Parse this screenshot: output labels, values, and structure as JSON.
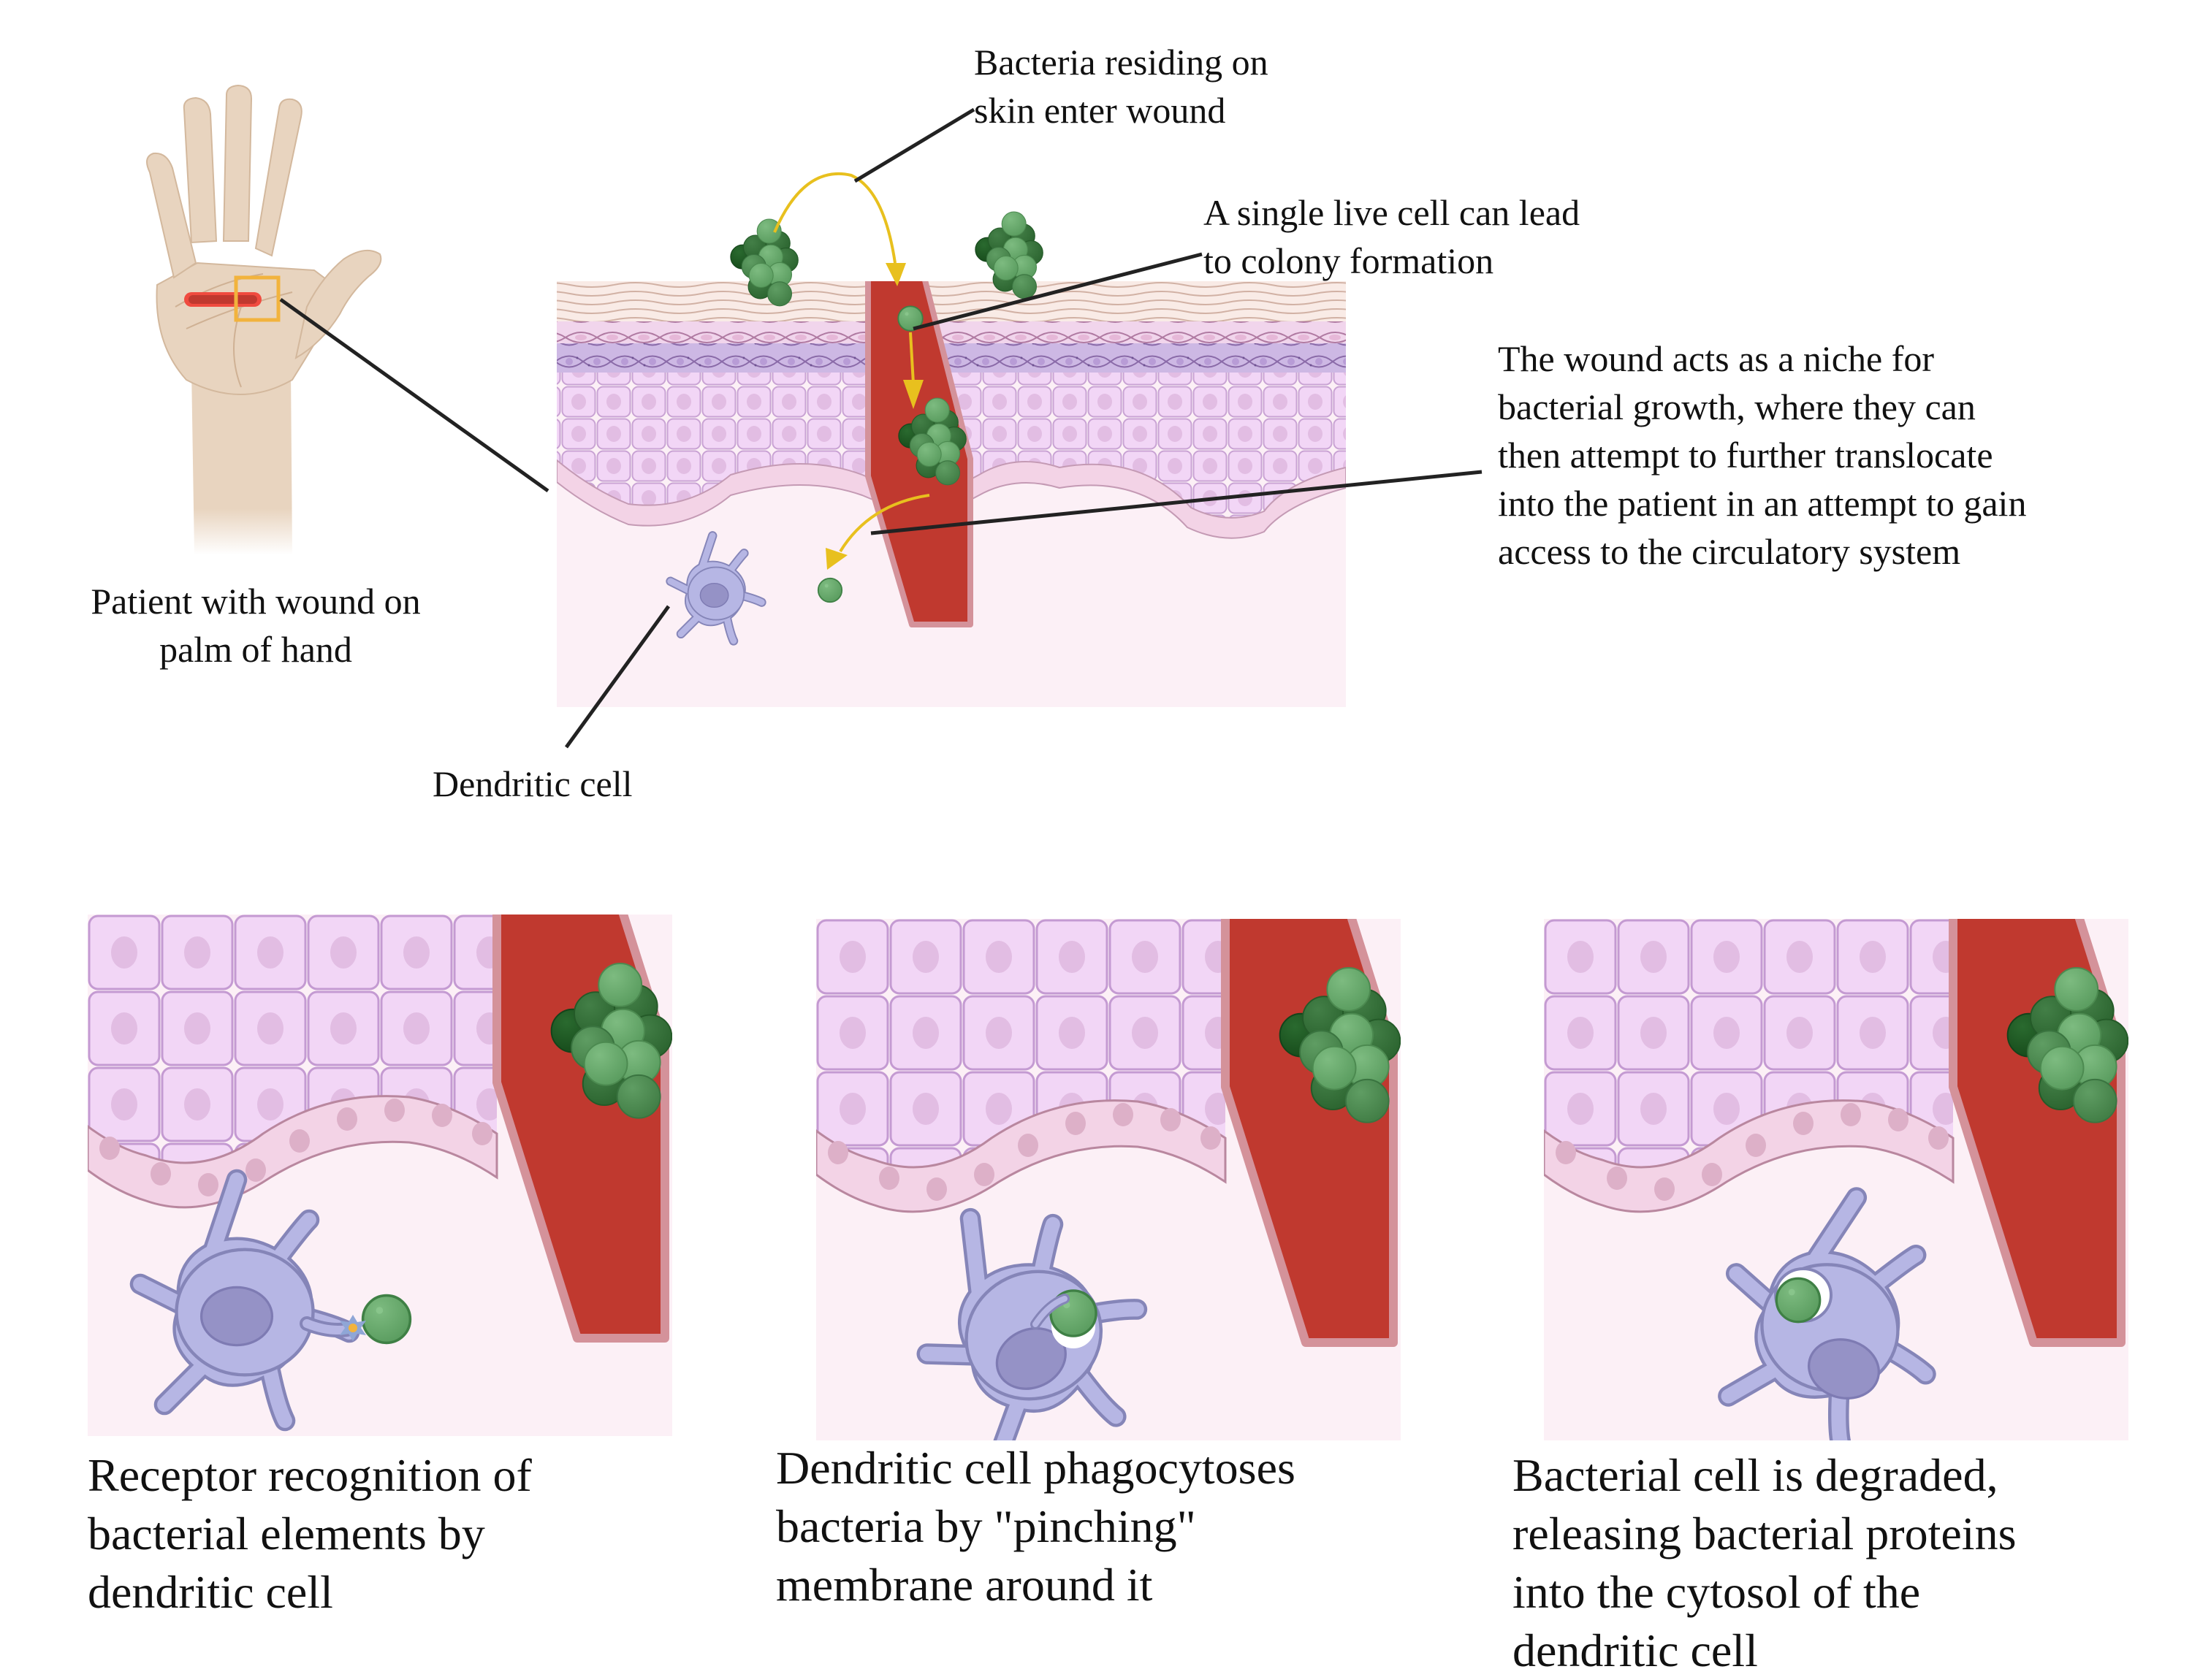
{
  "figure": {
    "type": "biology schematic",
    "subject": "Bacterial entry through a skin wound and uptake by a dendritic cell"
  },
  "top_section": {
    "hand_label": "Patient with wound on\npalm of hand",
    "callouts": [
      {
        "id": "bacteria-enter",
        "text": "Bacteria residing on\nskin enter wound"
      },
      {
        "id": "single-cell",
        "text": "A single live cell can lead\nto colony formation"
      },
      {
        "id": "wound-niche",
        "text": "The wound acts as a niche for\nbacterial growth, where they can\nthen attempt to further translocate\ninto the patient in an attempt to gain\naccess to the circulatory system"
      },
      {
        "id": "dendritic-cell",
        "text": "Dendritic cell"
      }
    ]
  },
  "bottom_panels": [
    {
      "step": 1,
      "caption": "Receptor recognition of\nbacterial elements by\ndendritic cell",
      "state": "receptor-binding"
    },
    {
      "step": 2,
      "caption": "Dendritic cell phagocytoses\nbacteria by \"pinching\"\nmembrane around it",
      "state": "engulfing"
    },
    {
      "step": 3,
      "caption": "Bacterial cell is degraded,\nreleasing bacterial proteins\ninto the cytosol of the\ndendritic cell",
      "state": "internalized"
    }
  ],
  "colors": {
    "skin_hand": "#e8d4bf",
    "skin_hand_shadow": "#d9bfa4",
    "wound_red": "#c0392f",
    "wound_border": "#d4929a",
    "wound_highlight": "#f04b3f",
    "zoom_box": "#f2b33d",
    "arrow_yellow": "#e8c01e",
    "bacteria_light": "#66a86b",
    "bacteria_mid": "#4e8c52",
    "bacteria_dark": "#357339",
    "bacteria_darkest": "#1d5a22",
    "dermis": "#fcf0f6",
    "epidermis_cell": "#f2d6f6",
    "epidermis_nucleus": "#e2bde3",
    "basal_cell": "#f3d3e6",
    "basal_nucleus": "#ddb0c8",
    "granular_layer": "#cdb8e4",
    "spinous_layer": "#f0d3ec",
    "stratum_corneum": "#f9ebe6",
    "dendritic_cell": "#b6b6e4",
    "dendritic_nucleus": "#9592c6",
    "dendritic_outline": "#8585b8",
    "leader_line": "#222222"
  }
}
